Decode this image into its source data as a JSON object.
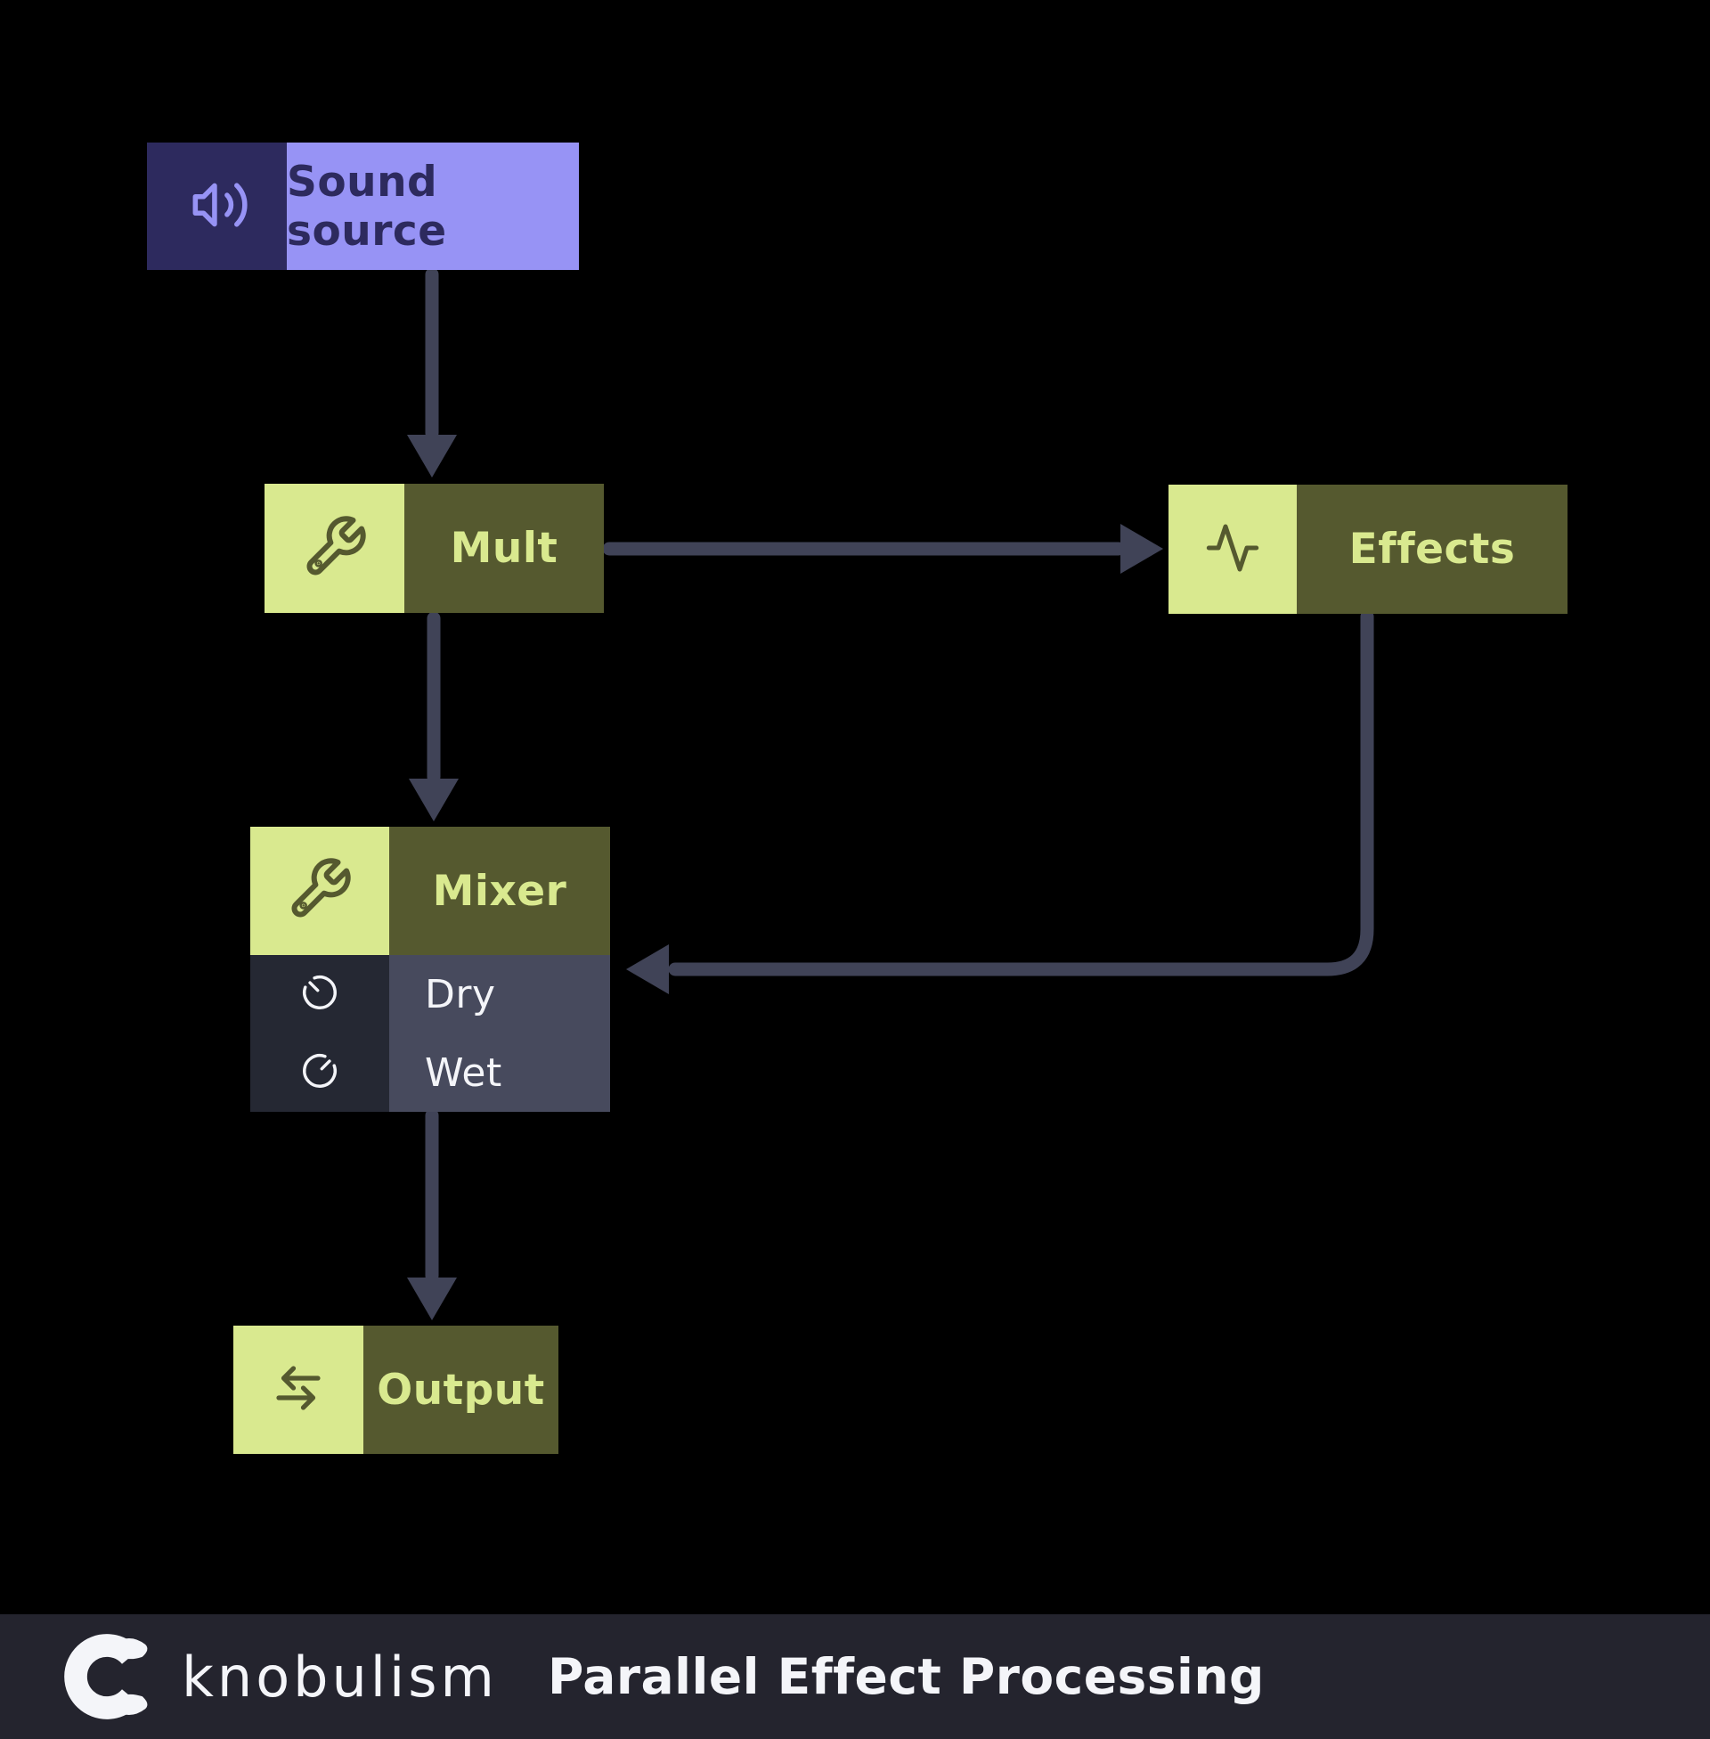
{
  "diagram": {
    "nodes": {
      "sound_source": {
        "label": "Sound source",
        "icon": "speaker-icon"
      },
      "mult": {
        "label": "Mult",
        "icon": "wrench-icon"
      },
      "effects": {
        "label": "Effects",
        "icon": "activity-icon"
      },
      "mixer": {
        "label": "Mixer",
        "icon": "wrench-icon",
        "params": [
          {
            "label": "Dry",
            "icon": "knob-min-icon"
          },
          {
            "label": "Wet",
            "icon": "knob-mid-icon"
          }
        ]
      },
      "output": {
        "label": "Output",
        "icon": "transfer-icon"
      }
    },
    "edges": [
      {
        "from": "sound_source",
        "to": "mult"
      },
      {
        "from": "mult",
        "to": "effects"
      },
      {
        "from": "mult",
        "to": "mixer"
      },
      {
        "from": "effects",
        "to": "mixer"
      },
      {
        "from": "mixer",
        "to": "output"
      }
    ]
  },
  "footer": {
    "brand": "knobulism",
    "title": "Parallel Effect Processing"
  },
  "colors": {
    "background": "#000000",
    "periwinkle": "#9793f5",
    "deep_indigo": "#2d2a5e",
    "light_green": "#d9e98f",
    "olive": "#55592f",
    "slate_dark_cell": "#252833",
    "slate_mid_cell": "#474a5d",
    "arrow": "#404357",
    "footer_bg": "#24242e",
    "text_light": "#f4f5f9"
  }
}
